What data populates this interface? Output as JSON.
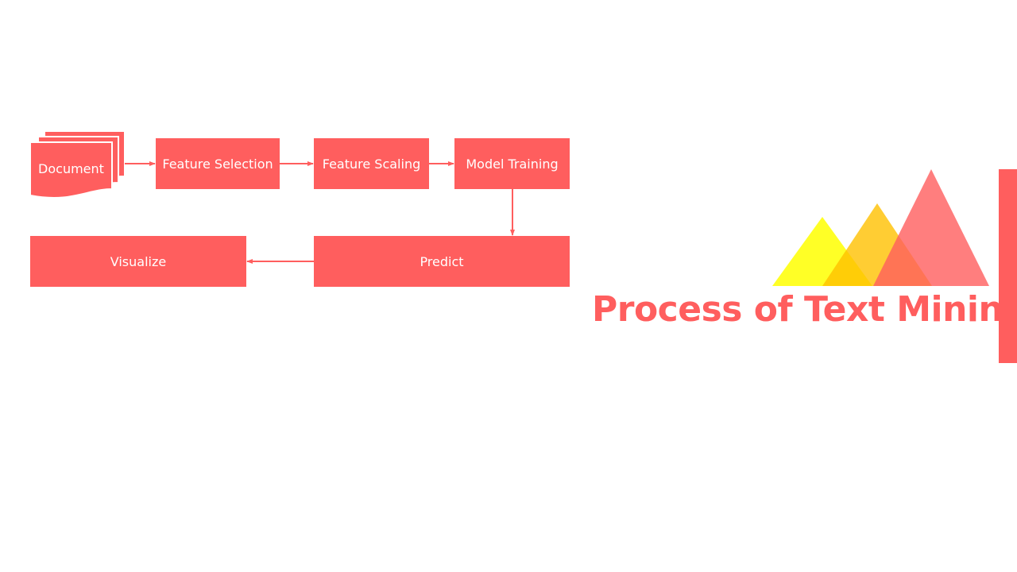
{
  "colors": {
    "primary": "#FF5E5E",
    "yellow": "#FFFF00",
    "amber": "#FFC000",
    "coral": "#FF6F6F",
    "white": "#FFFFFF"
  },
  "flowchart": {
    "document": "Document",
    "feature_selection": "Feature Selection",
    "feature_scaling": "Feature Scaling",
    "model_training": "Model Training",
    "predict": "Predict",
    "visualize": "Visualize"
  },
  "title": "Process of Text Mining"
}
